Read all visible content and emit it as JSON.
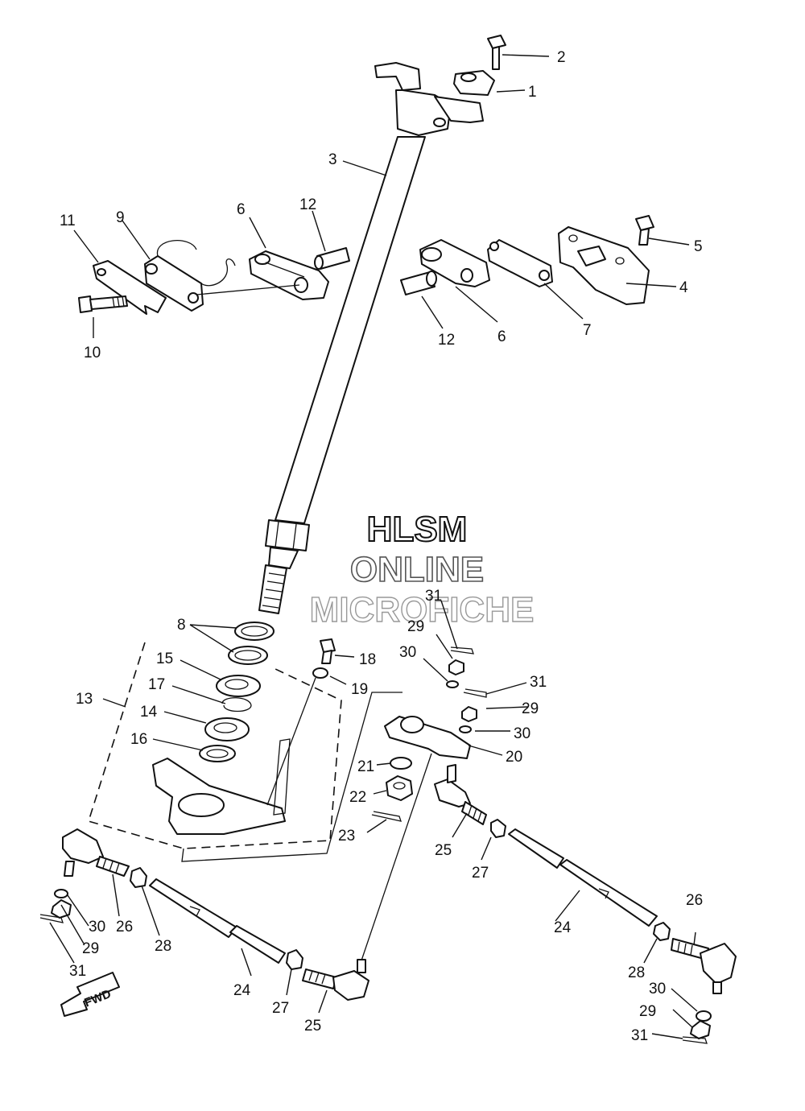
{
  "watermark": {
    "line1": "HLSM",
    "line2": "ONLINE",
    "line3": "MICROFICHE"
  },
  "direction_badge": "FWD",
  "callouts": [
    {
      "number": "1"
    },
    {
      "number": "2"
    },
    {
      "number": "3"
    },
    {
      "number": "4"
    },
    {
      "number": "5"
    },
    {
      "number": "6"
    },
    {
      "number": "6"
    },
    {
      "number": "7"
    },
    {
      "number": "8"
    },
    {
      "number": "9"
    },
    {
      "number": "10"
    },
    {
      "number": "11"
    },
    {
      "number": "12"
    },
    {
      "number": "12"
    },
    {
      "number": "13"
    },
    {
      "number": "14"
    },
    {
      "number": "15"
    },
    {
      "number": "16"
    },
    {
      "number": "17"
    },
    {
      "number": "18"
    },
    {
      "number": "19"
    },
    {
      "number": "20"
    },
    {
      "number": "21"
    },
    {
      "number": "22"
    },
    {
      "number": "23"
    },
    {
      "number": "24"
    },
    {
      "number": "24"
    },
    {
      "number": "25"
    },
    {
      "number": "25"
    },
    {
      "number": "26"
    },
    {
      "number": "26"
    },
    {
      "number": "27"
    },
    {
      "number": "27"
    },
    {
      "number": "28"
    },
    {
      "number": "28"
    },
    {
      "number": "29"
    },
    {
      "number": "29"
    },
    {
      "number": "29"
    },
    {
      "number": "29"
    },
    {
      "number": "30"
    },
    {
      "number": "30"
    },
    {
      "number": "30"
    },
    {
      "number": "30"
    },
    {
      "number": "31"
    },
    {
      "number": "31"
    },
    {
      "number": "31"
    },
    {
      "number": "31"
    }
  ]
}
